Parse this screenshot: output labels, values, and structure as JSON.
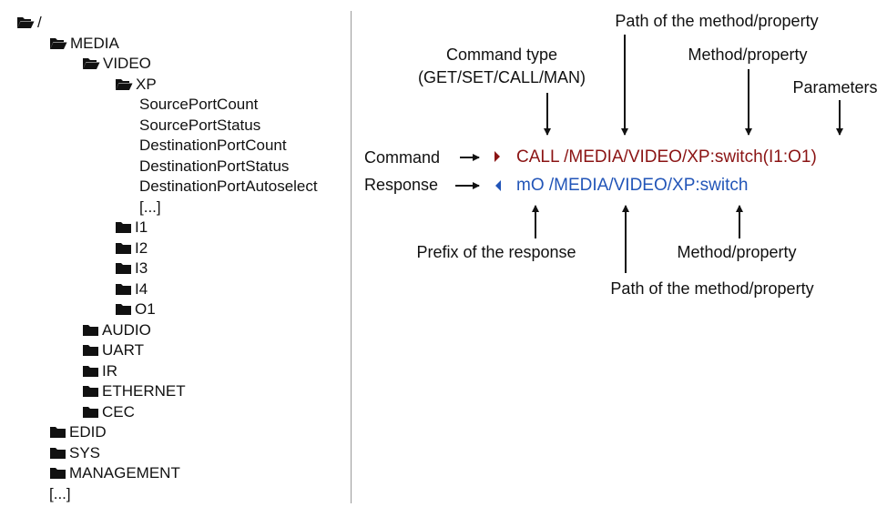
{
  "tree": {
    "root": "/",
    "media": "MEDIA",
    "video": "VIDEO",
    "xp": "XP",
    "xp_props": [
      "SourcePortCount",
      "SourcePortStatus",
      "DestinationPortCount",
      "DestinationPortStatus",
      "DestinationPortAutoselect",
      "[...]"
    ],
    "video_folders": [
      "I1",
      "I2",
      "I3",
      "I4",
      "O1"
    ],
    "media_folders": [
      "AUDIO",
      "UART",
      "IR",
      "ETHERNET",
      "CEC"
    ],
    "root_folders": [
      "EDID",
      "SYS",
      "MANAGEMENT"
    ],
    "root_more": "[...]"
  },
  "diagram": {
    "command_type_label": "Command type",
    "command_type_values": "(GET/SET/CALL/MAN)",
    "path_label_top": "Path of the method/property",
    "method_label_top": "Method/property",
    "parameters_label": "Parameters",
    "command_label": "Command",
    "response_label": "Response",
    "command_text": "CALL /MEDIA/VIDEO/XP:switch(I1:O1)",
    "response_text": "mO /MEDIA/VIDEO/XP:switch",
    "prefix_label": "Prefix of the response",
    "method_label_bottom": "Method/property",
    "path_label_bottom": "Path of the method/property"
  },
  "colors": {
    "command": "#8b1414",
    "response": "#2255b8"
  },
  "icons": {
    "open_folder": "folder-open-icon",
    "closed_folder": "folder-icon",
    "command_marker": "triangle-right-icon",
    "response_marker": "triangle-left-icon"
  }
}
